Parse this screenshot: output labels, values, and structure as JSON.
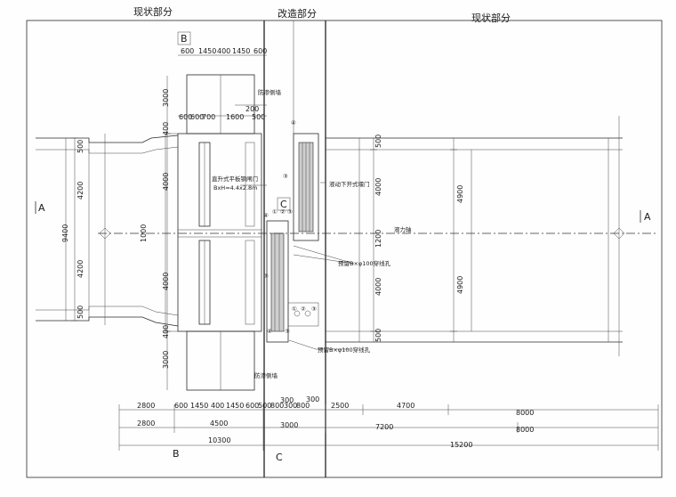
{
  "headers": {
    "left": "现状部分",
    "middle": "改造部分",
    "right": "现状部分"
  },
  "section_marks": {
    "a_left": "A",
    "a_right": "A",
    "b_top": "B",
    "b_bottom": "B",
    "c_mid": "C",
    "c_bottom": "C"
  },
  "annotations": {
    "seepage_top": "防渗侧墙",
    "seepage_bottom": "防渗侧墙",
    "flat_gate": "直升式平板钢闸门",
    "gate_size": "BxH=4.4x2.8m",
    "drop_gate": "液动下开式堰门",
    "flow_line": "液力轴",
    "pipe_upper": "预留B×φ100穿线孔",
    "pipe_lower": "预留B×φ100穿线孔"
  },
  "callouts": {
    "c4": "④",
    "c3": "③",
    "c2": "②",
    "c1": "①"
  },
  "dims_top": {
    "row1": [
      "600",
      "1450",
      "400",
      "1450",
      "600"
    ],
    "row2": [
      "600",
      "600",
      "700",
      "1600",
      "500"
    ],
    "row2_extra": "200"
  },
  "dims_left": {
    "top": "3000",
    "a": "400",
    "b": "500",
    "c": "4200",
    "d": "4000",
    "total": "9400",
    "e": "1000",
    "f": "4200",
    "g": "4000",
    "h": "500",
    "i": "400",
    "bottom": "3000"
  },
  "dims_right": {
    "a": "500",
    "b": "4000",
    "c": "1200",
    "d": "4000",
    "e": "500",
    "f": "4900",
    "g": "4900"
  },
  "dims_bottom": {
    "row1": [
      "2800",
      "600",
      "1450",
      "400",
      "1450",
      "600",
      "500",
      "800",
      "300",
      "800",
      "2500",
      "4700",
      "8000"
    ],
    "top_small": [
      "300",
      "300"
    ],
    "row2": [
      "2800",
      "4500",
      "3000",
      "7200",
      "8000"
    ],
    "row3": [
      "10300",
      "15200"
    ]
  }
}
